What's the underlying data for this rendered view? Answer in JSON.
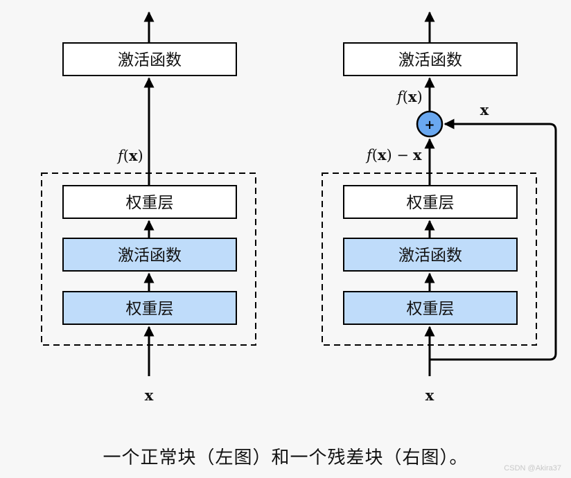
{
  "colors": {
    "box_highlight": "#bfdcfa",
    "add_node": "#6aa8f0",
    "stroke": "#000000"
  },
  "left_block": {
    "output_activation": "激活函数",
    "function_label": {
      "f": "f",
      "arg": "x"
    },
    "weight_layer_top": "权重层",
    "activation_middle": "激活函数",
    "weight_layer_bottom": "权重层",
    "input_label": "x"
  },
  "right_block": {
    "output_activation": "激活函数",
    "function_label": {
      "f": "f",
      "arg": "x"
    },
    "add_symbol": "+",
    "shortcut_label": "x",
    "residual_label": {
      "f": "f",
      "arg": "x",
      "minus": "−",
      "sub": "x"
    },
    "weight_layer_top": "权重层",
    "activation_middle": "激活函数",
    "weight_layer_bottom": "权重层",
    "input_label": "x"
  },
  "caption": "一个正常块（左图）和一个残差块（右图）。",
  "watermark": "CSDN @Akira37"
}
